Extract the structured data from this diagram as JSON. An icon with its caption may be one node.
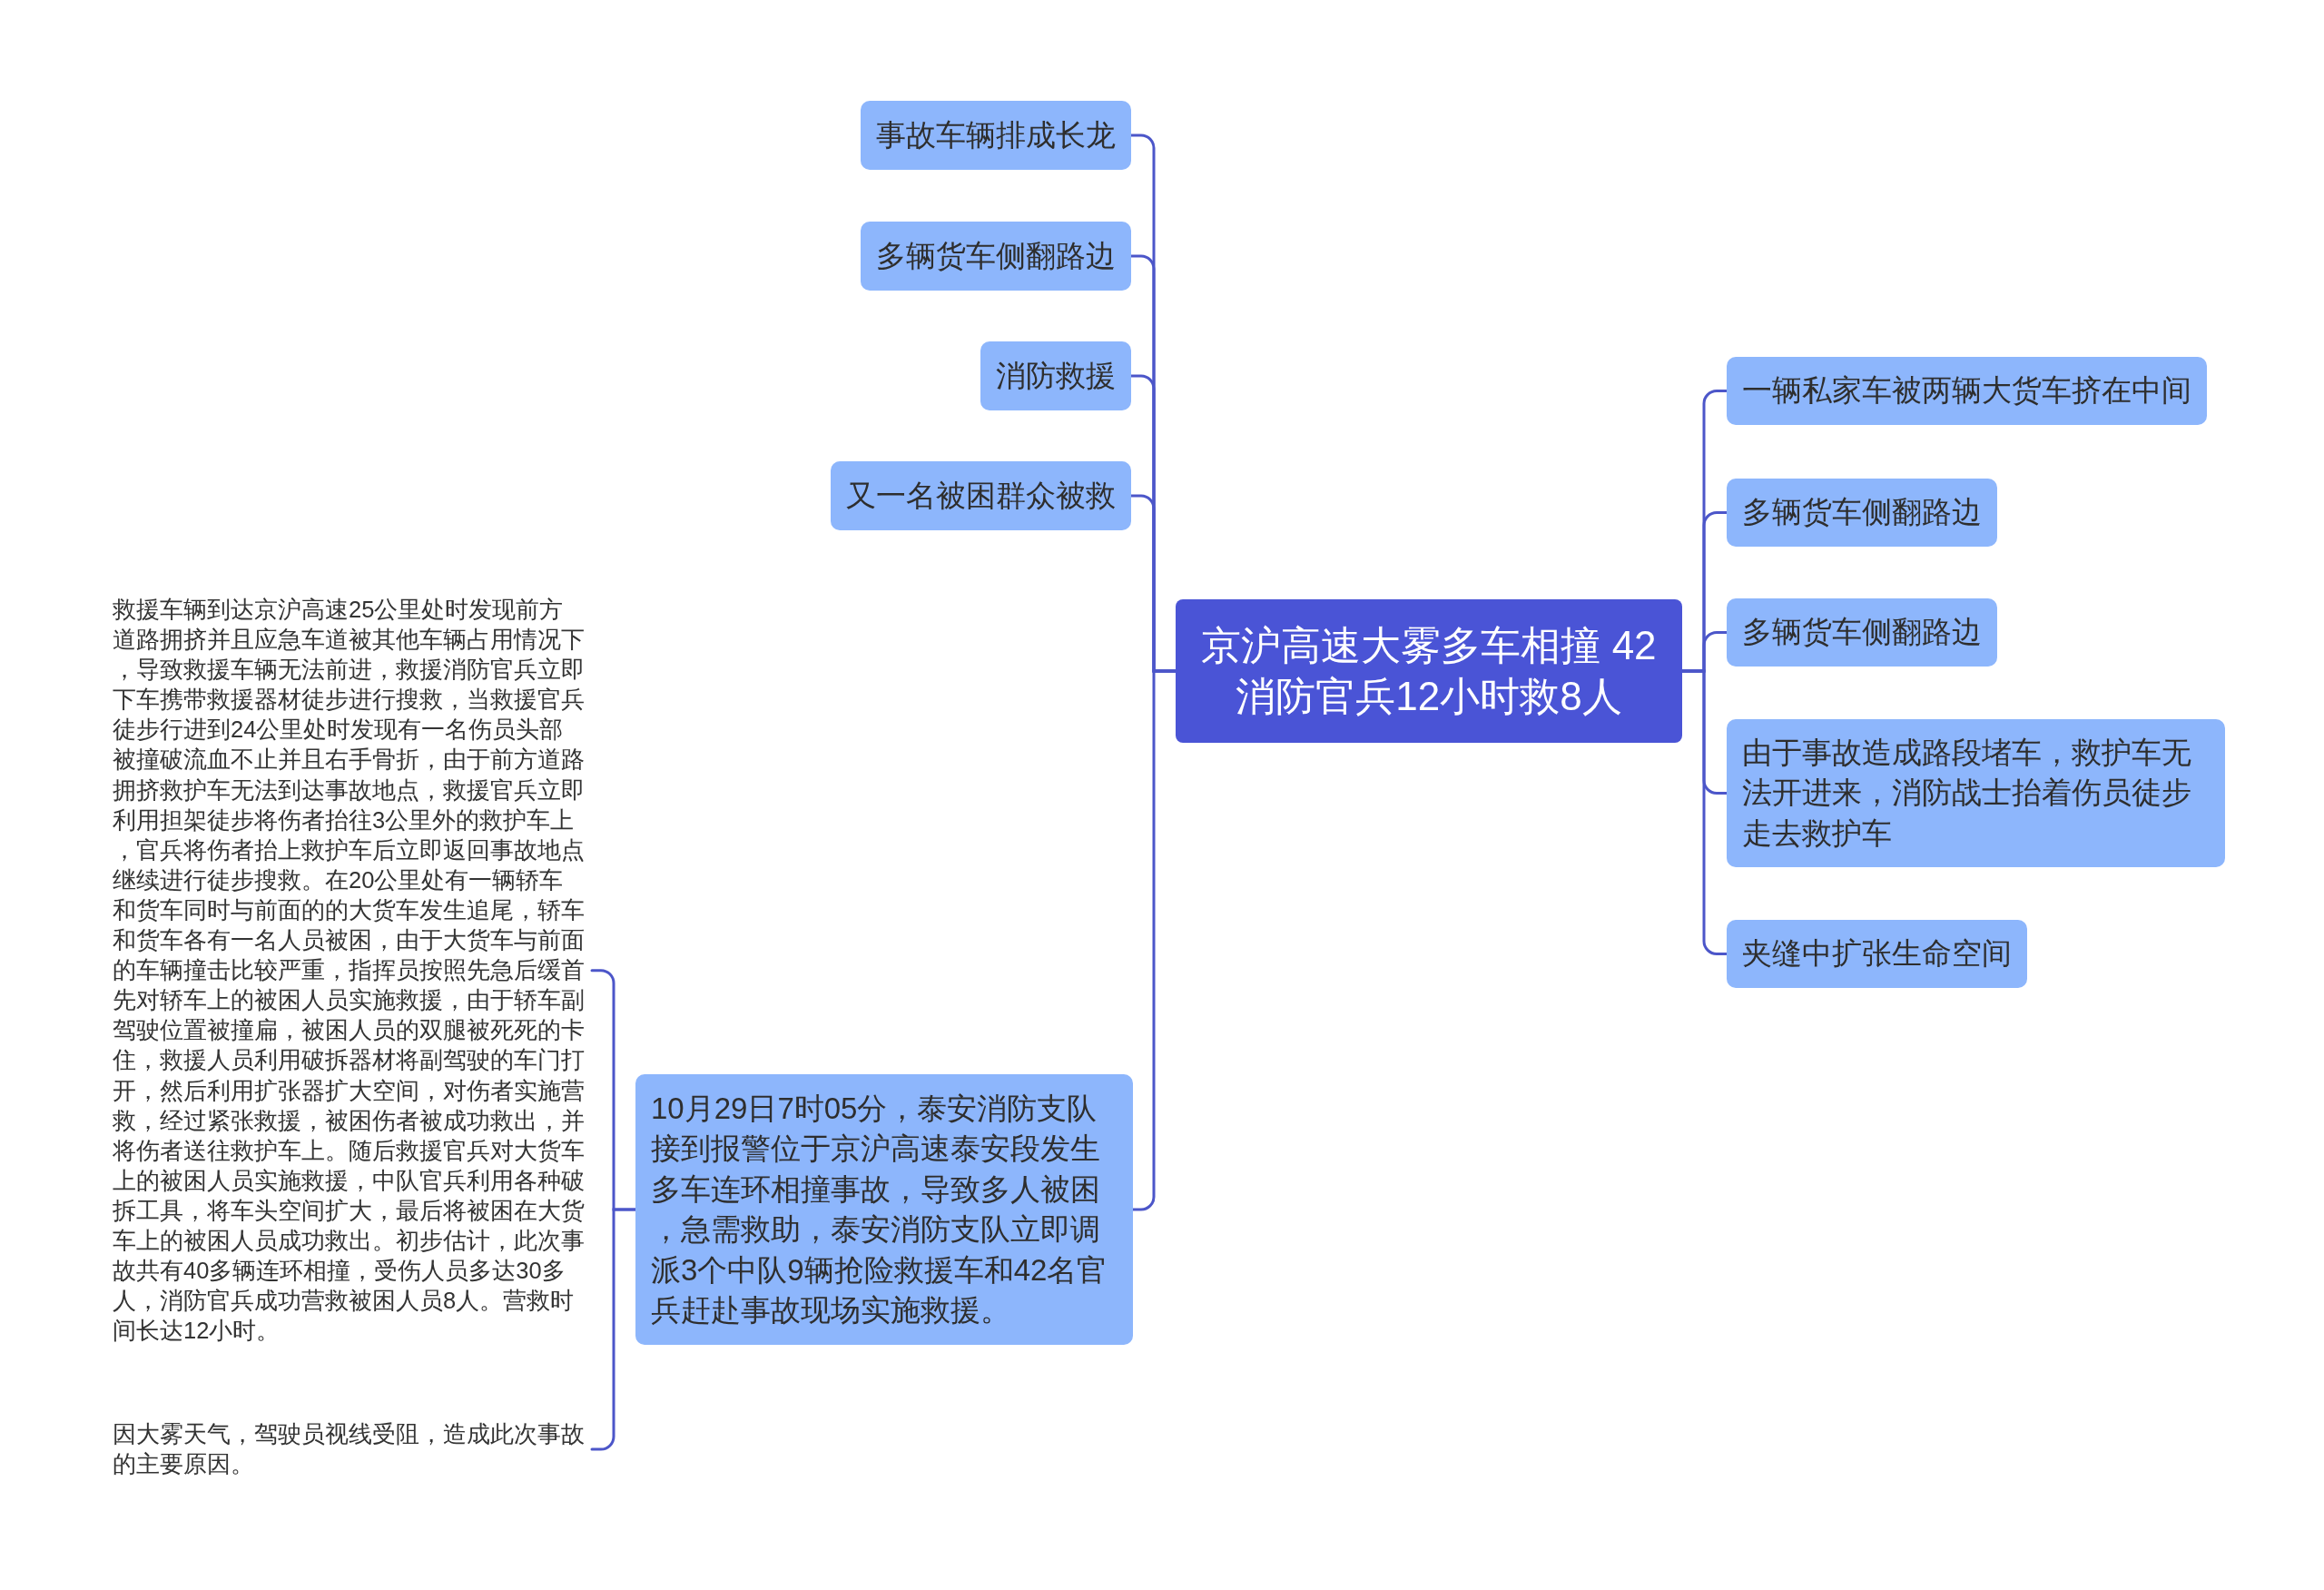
{
  "diagram": {
    "nodes": [
      {
        "text": [
          "京沪高速大雾多车相撞 42消防官兵12小时救8人"
        ]
      },
      {
        "text": [
          "事故车辆排成长龙"
        ]
      },
      {
        "text": [
          "多辆货车侧翻路边"
        ]
      },
      {
        "text": [
          "消防救援"
        ]
      },
      {
        "text": [
          "又一名被困群众被救"
        ]
      },
      {
        "text": [
          "10月29日7时05分，泰安消防支队接到报警位于京沪高速泰安段发生多车连环相撞事故，导致多人被困，急需救助，泰安消防支队立即调派3个中队9辆抢险救援车和42名官兵赶赴事故现场实施救援。"
        ]
      },
      {
        "text": [
          "救援车辆到达京沪高速25公里处时发现前方道路拥挤并且应急车道被其他车辆占用情况下，导致救援车辆无法前进，救援消防官兵立即下车携带救援器材徒步进行搜救，当救援官兵徒步行进到24公里处时发现有一名伤员头部被撞破流血不止并且右手骨折，由于前方道路拥挤救护车无法到达事故地点，救援官兵立即利用担架徒步将伤者抬往3公里外的救护车上，官兵将伤者抬上救护车后立即返回事故地点继续进行徒步搜救。在20公里处有一辆轿车和货车同时与前面的的大货车发生追尾，轿车和货车各有一名人员被困，由于大货车与前面的车辆撞击比较严重，指挥员按照先急后缓首先对轿车上的被困人员实施救援，由于轿车副驾驶位置被撞扁，被困人员的双腿被死死的卡住，救援人员利用破拆器材将副驾驶的车门打开，然后利用扩张器扩大空间，对伤者实施营救，经过紧张救援，被困伤者被成功救出，并将伤者送往救护车上。随后救援官兵对大货车上的被困人员实施救援，中队官兵利用各种破拆工具，将车头空间扩大，最后将被困在大货车上的被困人员成功救出。初步估计，此次事故共有40多辆连环相撞，受伤人员多达30多人，消防官兵成功营救被困人员8人。营救时间长达12小时。"
        ]
      },
      {
        "text": [
          "因大雾天气，驾驶员视线受阻，造成此次事故的主要原因。"
        ]
      },
      {
        "text": [
          "一辆私家车被两辆大货车挤在中间"
        ]
      },
      {
        "text": [
          "多辆货车侧翻路边"
        ]
      },
      {
        "text": [
          "多辆货车侧翻路边"
        ]
      },
      {
        "text": [
          "由于事故造成路段堵车，救护车无法开进来，消防战士抬着伤员徒步走去救护车"
        ]
      },
      {
        "text": [
          "夹缝中扩张生命空间"
        ]
      }
    ],
    "edges": [
      {
        "from": 0,
        "to": 1,
        "arrow": "none"
      },
      {
        "from": 0,
        "to": 2,
        "arrow": "none"
      },
      {
        "from": 0,
        "to": 3,
        "arrow": "none"
      },
      {
        "from": 0,
        "to": 4,
        "arrow": "none"
      },
      {
        "from": 0,
        "to": 5,
        "arrow": "none"
      },
      {
        "from": 5,
        "to": 6,
        "arrow": "none"
      },
      {
        "from": 5,
        "to": 7,
        "arrow": "none"
      },
      {
        "from": 0,
        "to": 8,
        "arrow": "none"
      },
      {
        "from": 0,
        "to": 9,
        "arrow": "none"
      },
      {
        "from": 0,
        "to": 10,
        "arrow": "none"
      },
      {
        "from": 0,
        "to": 11,
        "arrow": "none"
      },
      {
        "from": 0,
        "to": 12,
        "arrow": "none"
      }
    ]
  }
}
